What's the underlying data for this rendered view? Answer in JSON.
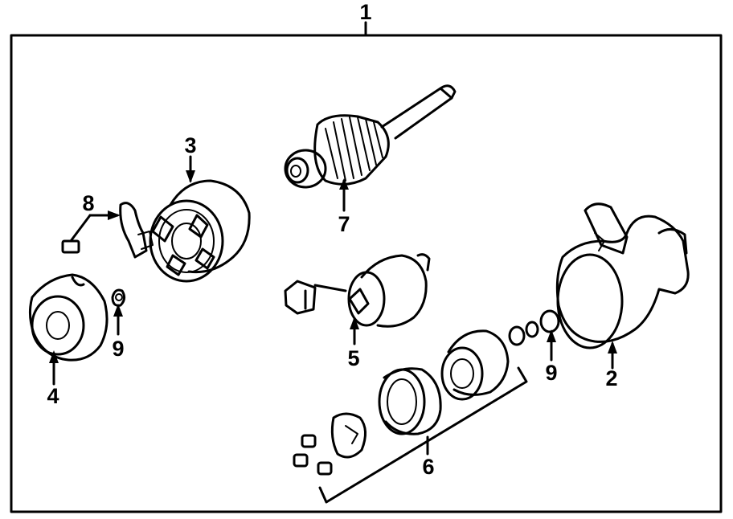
{
  "callouts": {
    "assembly": "1",
    "housing": "2",
    "brush_holder": "3",
    "end_cover": "4",
    "solenoid": "5",
    "drive_gear_set": "6",
    "armature": "7",
    "brush": "8",
    "ring_left": "9",
    "ring_right": "9"
  }
}
